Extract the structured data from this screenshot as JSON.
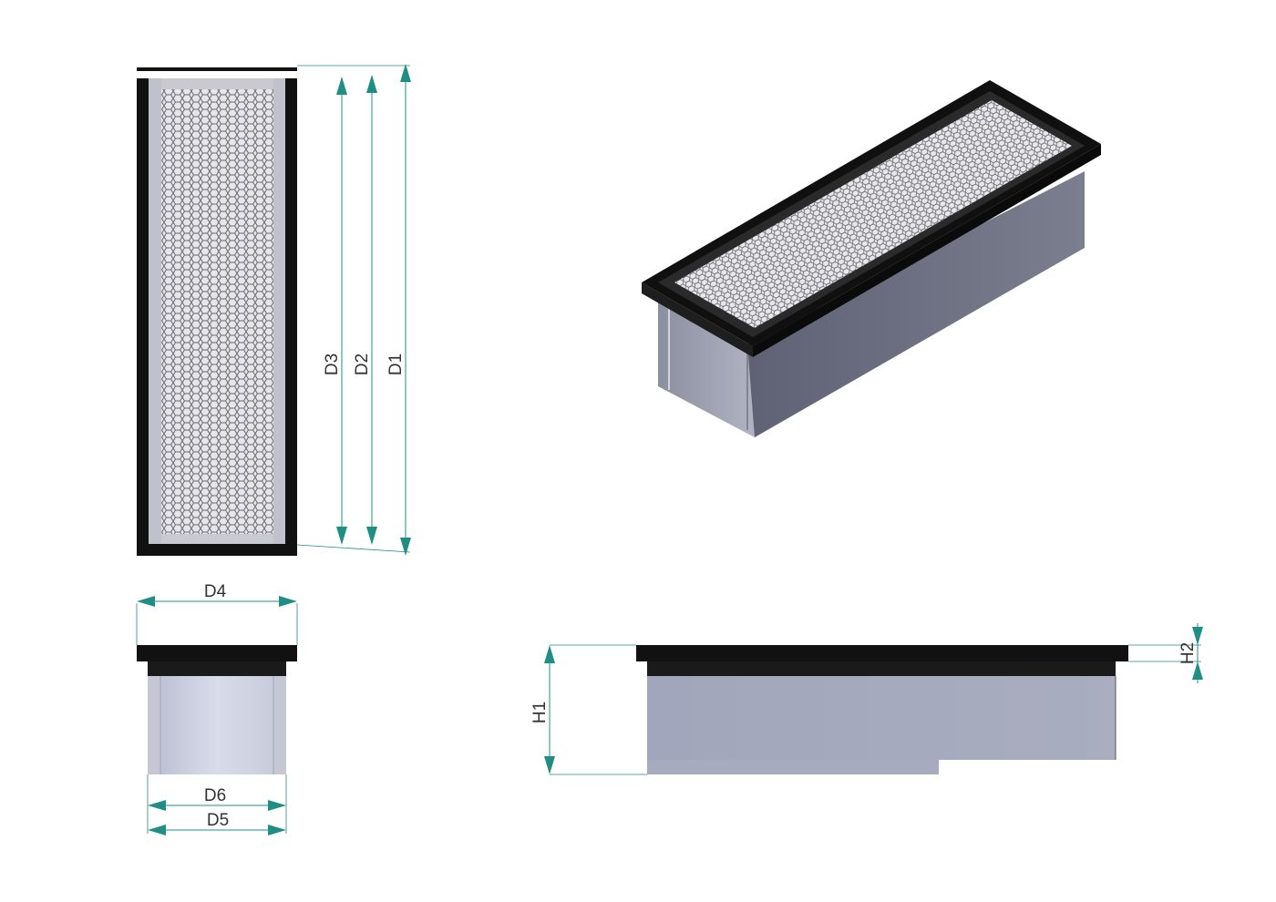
{
  "colors": {
    "dimension": "#1f8f86",
    "frame": "#111111",
    "body_light": "#c8c8d8",
    "body_side": "#a8acc0",
    "mesh": "#d8d8dc"
  },
  "labels": {
    "d1": "D1",
    "d2": "D2",
    "d3": "D3",
    "d4": "D4",
    "d5": "D5",
    "d6": "D6",
    "h1": "H1",
    "h2": "H2"
  }
}
